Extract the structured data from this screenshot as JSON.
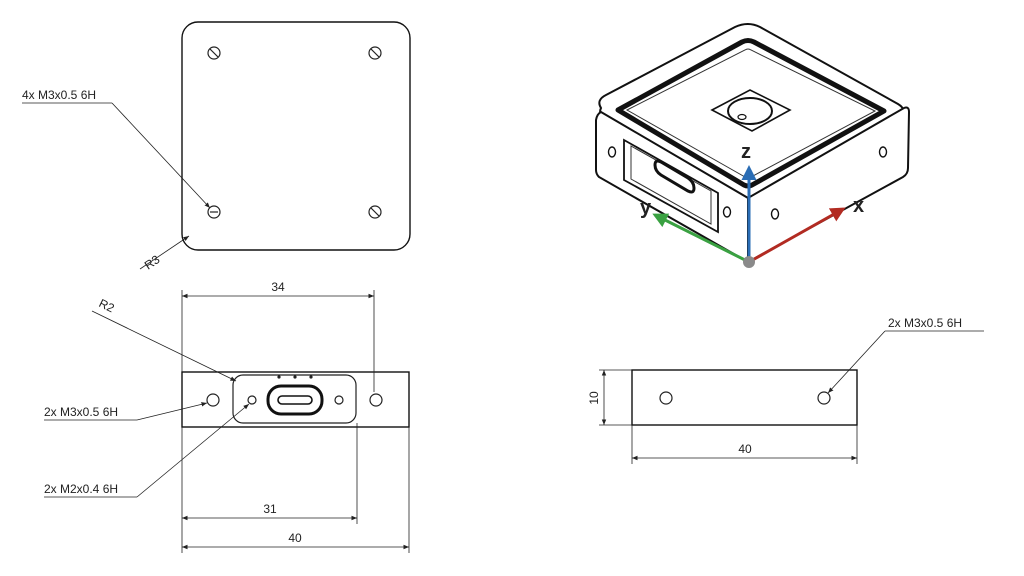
{
  "annotations": {
    "top_holes": "4x M3x0.5 6H",
    "corner_radius_top": "R3",
    "port_radius": "R2",
    "front_holes_m3": "2x M3x0.5 6H",
    "front_holes_m2": "2x M2x0.4 6H",
    "side_holes": "2x M3x0.5 6H"
  },
  "dimensions": {
    "front_top_width": "34",
    "front_inner_width": "31",
    "front_total_width": "40",
    "side_height": "10",
    "side_width": "40"
  },
  "axes": {
    "x_label": "x",
    "y_label": "y",
    "z_label": "z",
    "x_color": "#b22b22",
    "y_color": "#3aa142",
    "z_color": "#2a6db5",
    "origin_color": "#8a8a8a"
  }
}
